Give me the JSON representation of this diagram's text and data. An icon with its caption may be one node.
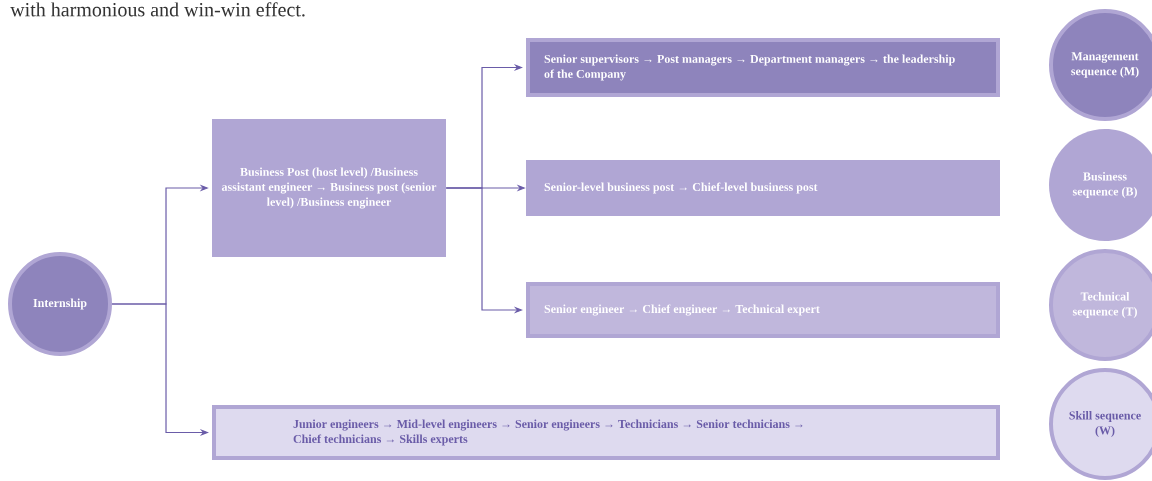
{
  "diagram": {
    "nodes": [
      {
        "text": [
          "Internship"
        ]
      },
      {
        "text": [
          "Business Post (host level) /Business assistant engineer → Business post (senior level) /Business engineer"
        ]
      },
      {
        "text": [
          "Senior supervisors → Post managers → Department managers → the leadership of the Company"
        ]
      },
      {
        "text": [
          "Senior-level business post → Chief-level business post"
        ]
      },
      {
        "text": [
          "Senior engineer → Chief engineer → Technical expert"
        ]
      },
      {
        "text": [
          "Junior engineers → Mid-level engineers → Senior engineers → Technicians → Senior technicians → Chief technicians → Skills experts"
        ]
      },
      {
        "text": [
          "Management sequence (M)"
        ]
      },
      {
        "text": [
          "Business sequence (B)"
        ]
      },
      {
        "text": [
          "Technical sequence (T)"
        ]
      },
      {
        "text": [
          "Skill sequence (W)"
        ]
      }
    ],
    "edges": [
      {
        "from": 0,
        "to": 1,
        "arrow": "to"
      },
      {
        "from": 0,
        "to": 5,
        "arrow": "to"
      },
      {
        "from": 1,
        "to": 2,
        "arrow": "to"
      },
      {
        "from": 1,
        "to": 3,
        "arrow": "to"
      },
      {
        "from": 1,
        "to": 4,
        "arrow": "to"
      }
    ],
    "labels": [
      "with harmonious and win-win effect."
    ]
  }
}
